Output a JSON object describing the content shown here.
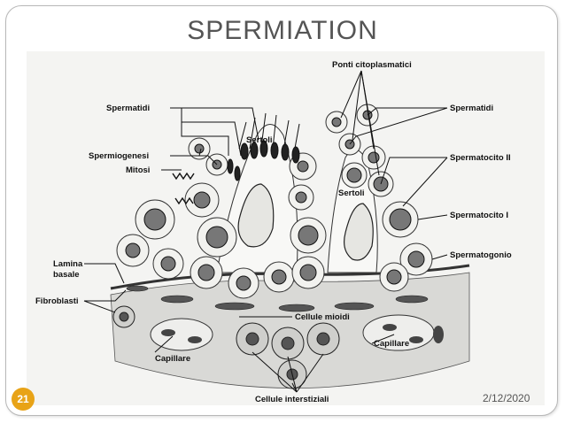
{
  "slide": {
    "title": "SPERMIATION",
    "number": "21",
    "date": "2/12/2020"
  },
  "diagram": {
    "labels": {
      "spermatidi_left": "Spermatidi",
      "spermiogenesi": "Spermiogenesi",
      "mitosi": "Mitosi",
      "sertoli_left": "Sertoli",
      "sertoli_right": "Sertoli",
      "ponti": "Ponti citoplasmatici",
      "spermatidi_right": "Spermatidi",
      "spermatocito_ii": "Spermatocito II",
      "spermatocito_i": "Spermatocito I",
      "spermatogonio": "Spermatogonio",
      "lamina_basale_1": "Lamina",
      "lamina_basale_2": "basale",
      "fibroblasti": "Fibroblasti",
      "cellule_mioidi": "Cellule mioidi",
      "capillare_left": "Capillare",
      "capillare_right": "Capillare",
      "cellule_interstiziali": "Cellule interstiziali"
    }
  },
  "colors": {
    "date_orange": "#e8a317",
    "title_gray": "#555555"
  }
}
